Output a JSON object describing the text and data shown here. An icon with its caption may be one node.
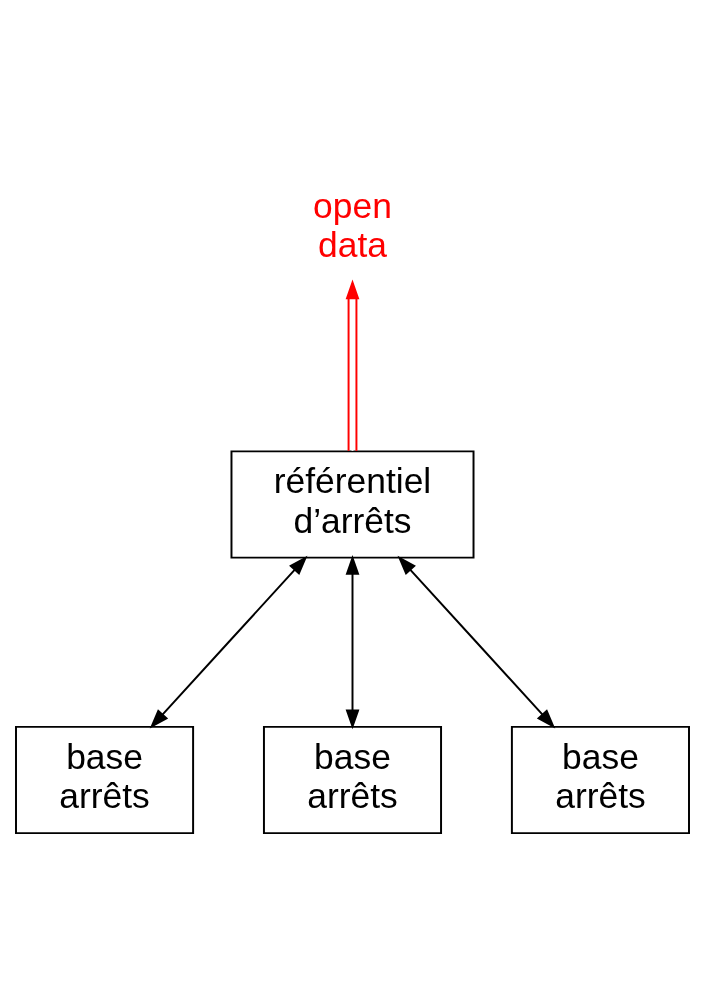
{
  "diagram": {
    "nodes": [
      {
        "text": [
          "référentiel d’arrêts"
        ]
      },
      {
        "text": [
          "open data"
        ]
      },
      {
        "text": [
          "base arrêts"
        ]
      },
      {
        "text": [
          "base arrêts"
        ]
      },
      {
        "text": [
          "base arrêts"
        ]
      }
    ],
    "edges": [
      {
        "from": 0,
        "to": 1,
        "arrow": "to",
        "color": "#ff0000"
      },
      {
        "from": 2,
        "to": 0,
        "arrow": "both"
      },
      {
        "from": 3,
        "to": 0,
        "arrow": "both"
      },
      {
        "from": 4,
        "to": 0,
        "arrow": "both"
      }
    ]
  }
}
